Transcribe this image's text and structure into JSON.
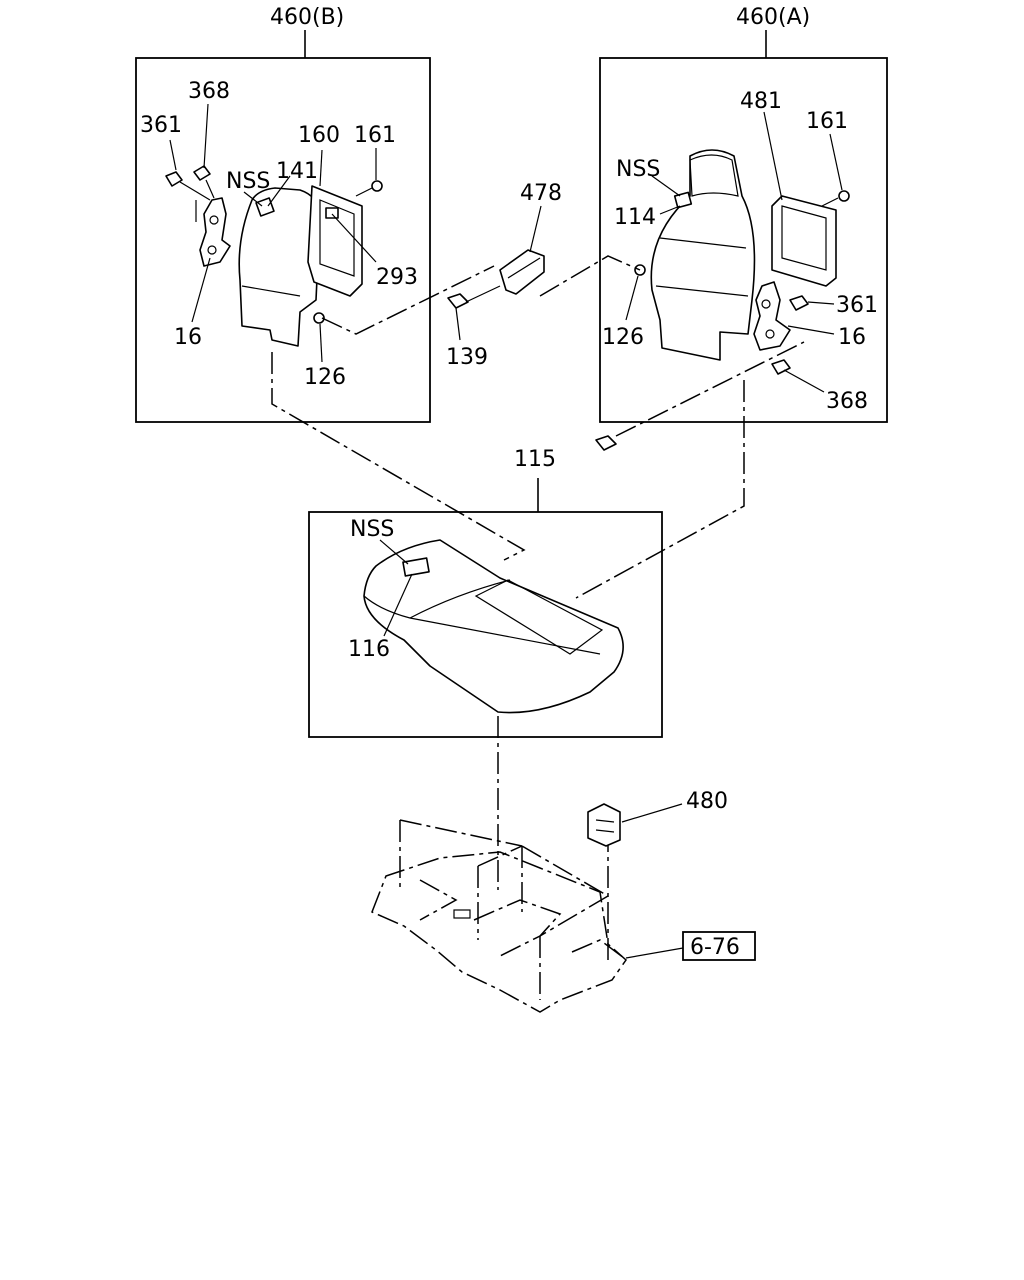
{
  "groups": {
    "assy_b": "460(B)",
    "assy_a": "460(A)",
    "cushion": "115"
  },
  "callouts_b": {
    "p368": "368",
    "p361": "361",
    "p160": "160",
    "p161": "161",
    "nss": "NSS",
    "p141": "141",
    "p293": "293",
    "p16": "16",
    "p126": "126"
  },
  "callouts_mid": {
    "p478": "478",
    "p139": "139"
  },
  "callouts_a": {
    "p481": "481",
    "p161": "161",
    "nss": "NSS",
    "p114": "114",
    "p126": "126",
    "p361": "361",
    "p16": "16",
    "p368": "368"
  },
  "callouts_cushion": {
    "nss": "NSS",
    "p116": "116"
  },
  "callouts_floor": {
    "p480": "480",
    "ref": "6-76"
  }
}
